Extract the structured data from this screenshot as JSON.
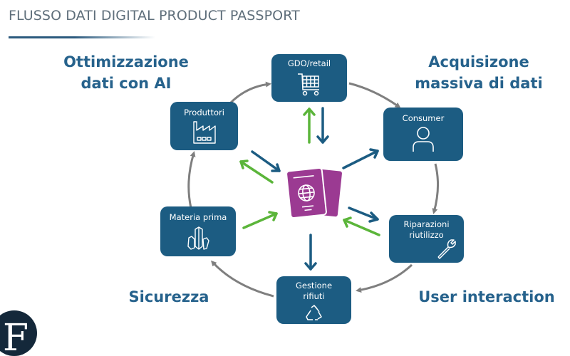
{
  "title": "FLUSSO DATI DIGITAL PRODUCT PASSPORT",
  "corner_labels": {
    "top_left": [
      "Ottimizzazione",
      "dati con AI"
    ],
    "top_right": [
      "Acquisizone",
      "massiva di dati"
    ],
    "bottom_left": "Sicurezza",
    "bottom_right": "User interaction"
  },
  "center": {
    "label": "Digital Product Passport",
    "icon": "passport-icon",
    "color": "#9b3a92"
  },
  "nodes": [
    {
      "id": "gdo",
      "label": "GDO/retail",
      "icon": "shopping-cart-icon"
    },
    {
      "id": "consumer",
      "label": "Consumer",
      "icon": "user-icon"
    },
    {
      "id": "riparazioni",
      "label_lines": [
        "Riparazioni",
        "riutilizzo"
      ],
      "icon": "wrench-icon"
    },
    {
      "id": "gestione",
      "label_lines": [
        "Gestione",
        "rifiuti"
      ],
      "icon": "recycle-icon"
    },
    {
      "id": "materia",
      "label": "Materia prima",
      "icon": "crystal-icon"
    },
    {
      "id": "produttori",
      "label": "Produttori",
      "icon": "factory-icon"
    }
  ],
  "colors": {
    "node_bg": "#1c5c82",
    "label_text": "#26628c",
    "arrow_out": "#1c5c82",
    "arrow_in": "#5bb53a",
    "cycle_arrow": "#7f7f7f",
    "title_text": "#5f6f7b"
  }
}
